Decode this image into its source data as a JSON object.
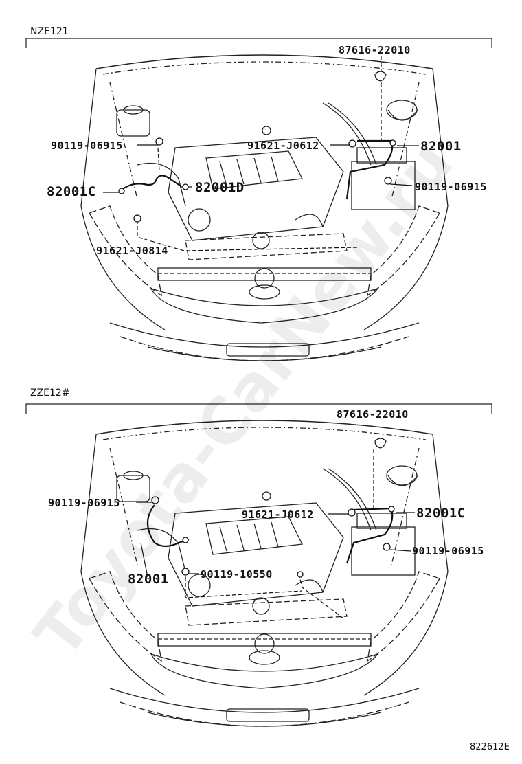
{
  "watermark": "Toyota-CarNew.ru",
  "figure_code": "822612E",
  "sections": [
    {
      "label": "NZE121",
      "parts": {
        "clip": "87616-22010",
        "bolt_left": "90119-06915",
        "bolt_right": "90119-06915",
        "nut_center": "91621-J0612",
        "nut_lower": "91621-J0814",
        "harness_right": "82001",
        "harness_left": "82001C",
        "harness_mid": "82001D"
      }
    },
    {
      "label": "ZZE12#",
      "parts": {
        "clip": "87616-22010",
        "bolt_left": "90119-06915",
        "bolt_right": "90119-06915",
        "nut_center": "91621-J0612",
        "bolt_lower": "90119-10550",
        "harness_right": "82001C",
        "harness_left": "82001"
      }
    }
  ]
}
